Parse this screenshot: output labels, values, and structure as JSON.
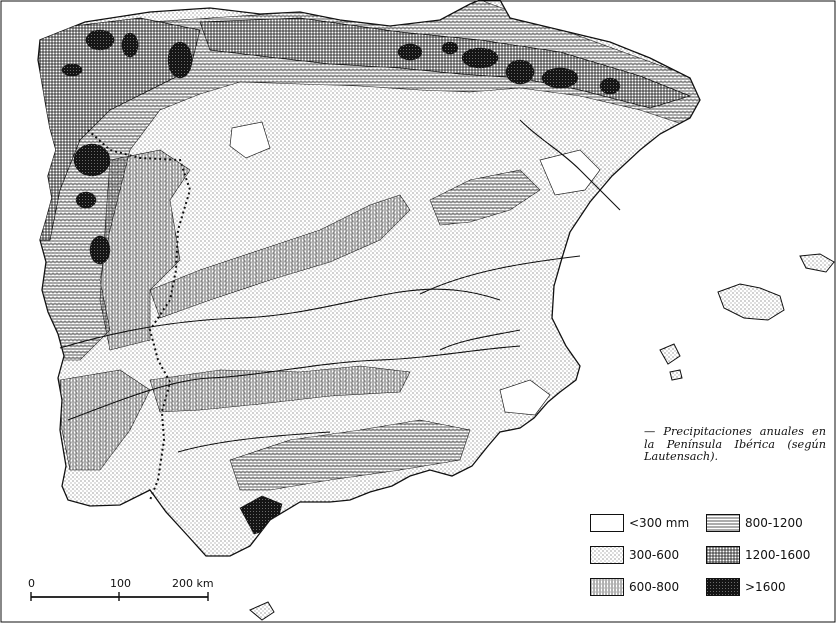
{
  "caption": {
    "text": "— Precipitaciones anuales en la Península Ibérica (según Lautensach)."
  },
  "legend": {
    "items": [
      {
        "label": "<300 mm",
        "pattern": "blank"
      },
      {
        "label": "300-600",
        "pattern": "dots"
      },
      {
        "label": "600-800",
        "pattern": "vertical-lines"
      },
      {
        "label": "800-1200",
        "pattern": "horizontal-lines"
      },
      {
        "label": "1200-1600",
        "pattern": "grid"
      },
      {
        "label": ">1600",
        "pattern": "solid-dark"
      }
    ]
  },
  "scale": {
    "ticks": [
      "0",
      "100",
      "200 km"
    ]
  },
  "colors": {
    "ink": "#111111",
    "paper": "#ffffff"
  }
}
